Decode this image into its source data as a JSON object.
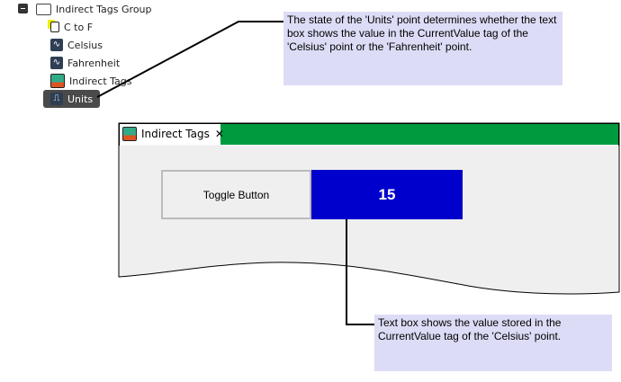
{
  "tree": {
    "group": "Indirect Tags Group",
    "items": [
      {
        "label": "C to F",
        "icon": "flow-icon"
      },
      {
        "label": "Celsius",
        "icon": "analog-point-icon"
      },
      {
        "label": "Fahrenheit",
        "icon": "analog-point-icon"
      },
      {
        "label": "Indirect Tags",
        "icon": "display-icon"
      },
      {
        "label": "Units",
        "icon": "digital-point-icon",
        "selected": true
      }
    ]
  },
  "display": {
    "tab_label": "Indirect Tags",
    "close": "✕",
    "toggle_label": "Toggle Button",
    "value": "15",
    "accent": "#009a3e",
    "value_bg": "#0000cc"
  },
  "callouts": {
    "top": "The state of the 'Units' point determines whether the text box shows the value in the CurrentValue tag of the 'Celsius' point or the 'Fahrenheit' point.",
    "bottom": "Text box shows the value stored in the CurrentValue tag of the 'Celsius' point."
  }
}
